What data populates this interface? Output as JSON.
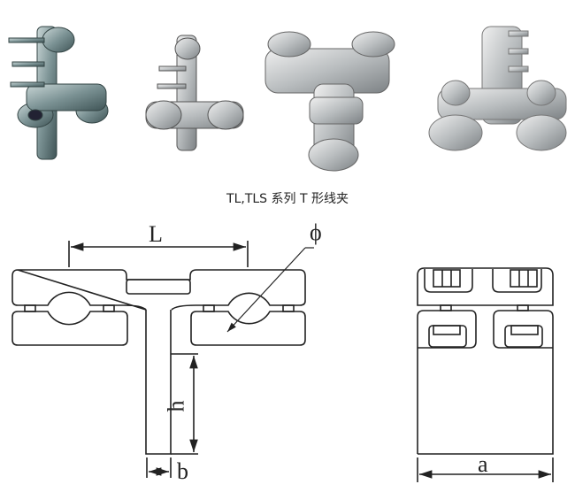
{
  "caption": "TL,TLS 系列 T 形线夹",
  "photos": [
    "clamp-photo-1",
    "clamp-photo-2",
    "clamp-photo-3",
    "clamp-photo-4"
  ],
  "dimensions": {
    "L": "L",
    "phi": "ϕ",
    "h": "h",
    "b": "b",
    "a": "a"
  },
  "colors": {
    "line": "#222222",
    "metal_light": "#d8d8d8",
    "metal_dark": "#8a8f92",
    "photo1_tint": "#6f8a8c"
  }
}
